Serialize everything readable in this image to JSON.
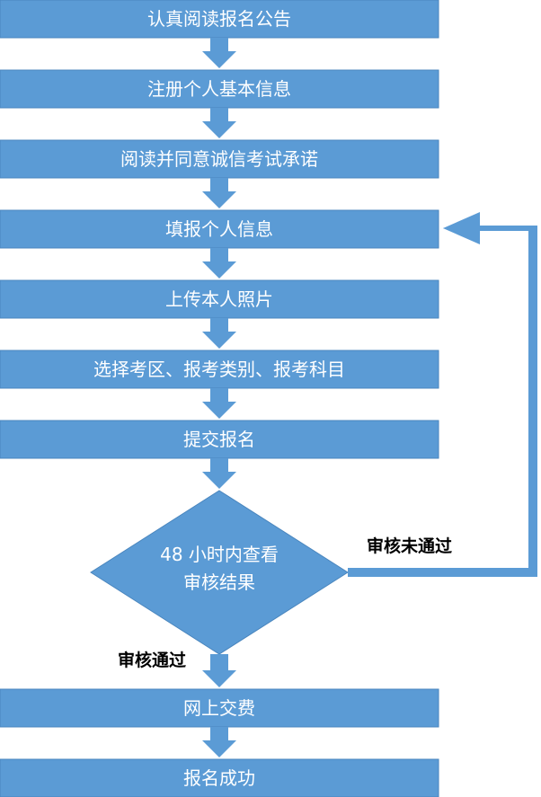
{
  "colors": {
    "box_fill": "#5b9bd5",
    "box_border": "#4a86be",
    "arrow_fill": "#5b9bd5",
    "text_on_box": "#ffffff",
    "label_text": "#000000"
  },
  "steps": [
    {
      "label": "认真阅读报名公告"
    },
    {
      "label": "注册个人基本信息"
    },
    {
      "label": "阅读并同意诚信考试承诺"
    },
    {
      "label": "填报个人信息"
    },
    {
      "label": "上传本人照片"
    },
    {
      "label": "选择考区、报考类别、报考科目"
    },
    {
      "label": "提交报名"
    }
  ],
  "decision": {
    "line1": "48 小时内查看",
    "line2": "审核结果"
  },
  "branches": {
    "fail_label": "审核未通过",
    "pass_label": "审核通过"
  },
  "final_steps": [
    {
      "label": "网上交费"
    },
    {
      "label": "报名成功"
    }
  ]
}
